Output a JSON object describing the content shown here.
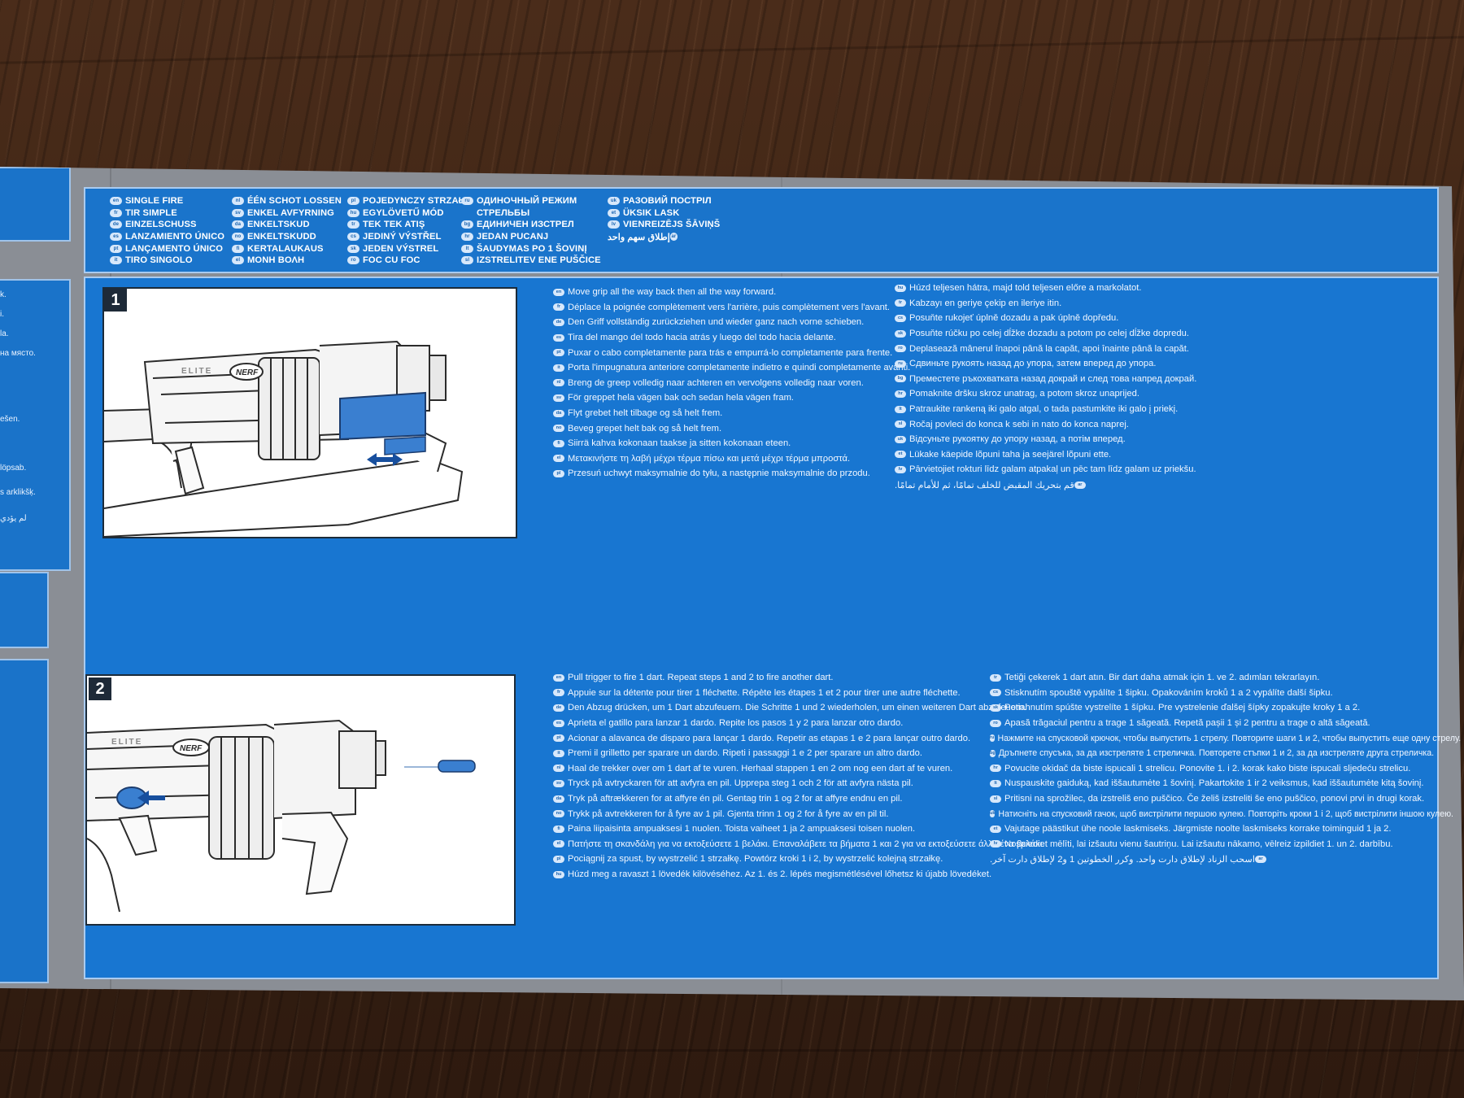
{
  "header": {
    "columns": [
      [
        {
          "lang": "en",
          "text": "SINGLE FIRE"
        },
        {
          "lang": "fr",
          "text": "TIR SIMPLE"
        },
        {
          "lang": "de",
          "text": "EINZELSCHUSS"
        },
        {
          "lang": "es",
          "text": "LANZAMIENTO ÚNICO"
        },
        {
          "lang": "pt",
          "text": "LANÇAMENTO ÚNICO"
        },
        {
          "lang": "it",
          "text": "TIRO SINGOLO"
        }
      ],
      [
        {
          "lang": "nl",
          "text": "ÉÉN SCHOT LOSSEN"
        },
        {
          "lang": "sv",
          "text": "ENKEL AVFYRNING"
        },
        {
          "lang": "da",
          "text": "ENKELTSKUD"
        },
        {
          "lang": "no",
          "text": "ENKELTSKUDD"
        },
        {
          "lang": "fi",
          "text": "KERTALAUKAUS"
        },
        {
          "lang": "el",
          "text": "ΜΟΝΗ ΒΟΛΗ"
        }
      ],
      [
        {
          "lang": "pl",
          "text": "POJEDYNCZY STRZAŁ"
        },
        {
          "lang": "hu",
          "text": "EGYLÖVETŰ MÓD"
        },
        {
          "lang": "tr",
          "text": "TEK TEK ATIŞ"
        },
        {
          "lang": "cs",
          "text": "JEDINÝ VÝSTŘEL"
        },
        {
          "lang": "sk",
          "text": "JEDEN VÝSTREL"
        },
        {
          "lang": "ro",
          "text": "FOC CU FOC"
        }
      ],
      [
        {
          "lang": "ru",
          "text": "ОДИНОЧНЫЙ РЕЖИМ"
        },
        {
          "lang": "",
          "text": "СТРЕЛЬБЫ"
        },
        {
          "lang": "bg",
          "text": "ЕДИНИЧЕН ИЗСТРЕЛ"
        },
        {
          "lang": "hr",
          "text": "JEDAN PUCANJ"
        },
        {
          "lang": "lt",
          "text": "ŠAUDYMAS PO 1 ŠOVINĮ"
        },
        {
          "lang": "sl",
          "text": "IZSTRELITEV ENE PUŠČICE"
        }
      ],
      [
        {
          "lang": "uk",
          "text": "РАЗОВИЙ ПОСТРІЛ"
        },
        {
          "lang": "et",
          "text": "ÜKSIK LASK"
        },
        {
          "lang": "lv",
          "text": "VIENREIZĒJS ŠĀVIŅŠ"
        },
        {
          "lang": "ar",
          "text": "إطلاق سهم واحد"
        }
      ]
    ]
  },
  "steps": [
    {
      "number": "1",
      "left_lines": [
        {
          "lang": "en",
          "text": "Move grip all the way back then all the way forward."
        },
        {
          "lang": "fr",
          "text": "Déplace la poignée complètement vers l'arrière, puis complètement vers l'avant."
        },
        {
          "lang": "de",
          "text": "Den Griff vollständig zurückziehen und wieder ganz nach vorne schieben."
        },
        {
          "lang": "es",
          "text": "Tira del mango del todo hacia atrás y luego del todo hacia delante."
        },
        {
          "lang": "pt",
          "text": "Puxar o cabo completamente para trás e empurrá-lo completamente para frente."
        },
        {
          "lang": "it",
          "text": "Porta l'impugnatura anteriore completamente indietro e quindi completamente avanti."
        },
        {
          "lang": "nl",
          "text": "Breng de greep volledig naar achteren en vervolgens volledig naar voren."
        },
        {
          "lang": "sv",
          "text": "För greppet hela vägen bak och sedan hela vägen fram."
        },
        {
          "lang": "da",
          "text": "Flyt grebet helt tilbage og så helt frem."
        },
        {
          "lang": "no",
          "text": "Beveg grepet helt bak og så helt frem."
        },
        {
          "lang": "fi",
          "text": "Siirrä kahva kokonaan taakse ja sitten kokonaan eteen."
        },
        {
          "lang": "el",
          "text": "Μετακινήστε τη λαβή μέχρι τέρμα πίσω και μετά μέχρι τέρμα μπροστά."
        },
        {
          "lang": "pl",
          "text": "Przesuń uchwyt maksymalnie do tyłu, a następnie maksymalnie do przodu."
        }
      ],
      "right_lines": [
        {
          "lang": "hu",
          "text": "Húzd teljesen hátra, majd told teljesen előre a markolatot."
        },
        {
          "lang": "tr",
          "text": "Kabzayı en geriye çekip en ileriye itin."
        },
        {
          "lang": "cs",
          "text": "Posuňte rukojeť úplně dozadu a pak úplně dopředu."
        },
        {
          "lang": "sk",
          "text": "Posuňte rúčku po celej dĺžke dozadu a potom po celej dĺžke dopredu."
        },
        {
          "lang": "ro",
          "text": "Deplasează mânerul înapoi până la capăt, apoi înainte până la capăt."
        },
        {
          "lang": "ru",
          "text": "Сдвиньте рукоять назад до упора, затем вперед до упора."
        },
        {
          "lang": "bg",
          "text": "Преместете ръкохватката назад докрай и след това напред докрай."
        },
        {
          "lang": "hr",
          "text": "Pomaknite dršku skroz unatrag, a potom skroz unaprijed."
        },
        {
          "lang": "lt",
          "text": "Patraukite rankeną iki galo atgal, o tada pastumkite iki galo į priekį."
        },
        {
          "lang": "sl",
          "text": "Ročaj povleci do konca k sebi in nato do konca naprej."
        },
        {
          "lang": "uk",
          "text": "Відсуньте рукоятку до упору назад, а потім вперед."
        },
        {
          "lang": "et",
          "text": "Lükake käepide lõpuni taha ja seejärel lõpuni ette."
        },
        {
          "lang": "lv",
          "text": "Pārvietojiet rokturi līdz galam atpakaļ un pēc tam līdz galam uz priekšu."
        },
        {
          "lang": "ar",
          "text": "قم بتحريك المقبض للخلف تمامًا، ثم للأمام تمامًا."
        }
      ]
    },
    {
      "number": "2",
      "left_lines": [
        {
          "lang": "en",
          "text": "Pull trigger to fire 1 dart. Repeat steps 1 and 2 to fire another dart."
        },
        {
          "lang": "fr",
          "text": "Appuie sur la détente pour tirer 1 fléchette. Répète les étapes 1 et 2 pour tirer une autre fléchette."
        },
        {
          "lang": "de",
          "text": "Den Abzug drücken, um 1 Dart abzufeuern. Die Schritte 1 und 2 wiederholen, um einen weiteren Dart abzufeuern."
        },
        {
          "lang": "es",
          "text": "Aprieta el gatillo para lanzar 1 dardo. Repite los pasos 1 y 2 para lanzar otro dardo."
        },
        {
          "lang": "pt",
          "text": "Acionar a alavanca de disparo para lançar 1 dardo. Repetir as etapas 1 e 2 para lançar outro dardo."
        },
        {
          "lang": "it",
          "text": "Premi il grilletto per sparare un dardo. Ripeti i passaggi 1 e 2 per sparare un altro dardo."
        },
        {
          "lang": "nl",
          "text": "Haal de trekker over om 1 dart af te vuren. Herhaal stappen 1 en 2 om nog een dart af te vuren."
        },
        {
          "lang": "sv",
          "text": "Tryck på avtryckaren för att avfyra en pil. Upprepa steg 1 och 2 för att avfyra nästa pil."
        },
        {
          "lang": "da",
          "text": "Tryk på aftrækkeren for at affyre én pil. Gentag trin 1 og 2 for at affyre endnu en pil."
        },
        {
          "lang": "no",
          "text": "Trykk på avtrekkeren for å fyre av 1 pil. Gjenta trinn 1 og 2 for å fyre av en pil til."
        },
        {
          "lang": "fi",
          "text": "Paina liipaisinta ampuaksesi 1 nuolen. Toista vaiheet 1 ja 2 ampuaksesi toisen nuolen."
        },
        {
          "lang": "el",
          "text": "Πατήστε τη σκανδάλη για να εκτοξεύσετε 1 βελάκι. Επαναλάβετε τα βήματα 1 και 2 για να εκτοξεύσετε άλλο ένα βελάκι."
        },
        {
          "lang": "pl",
          "text": "Pociągnij za spust, by wystrzelić 1 strzałkę. Powtórz kroki 1 i 2, by wystrzelić kolejną strzałkę."
        },
        {
          "lang": "hu",
          "text": "Húzd meg a ravaszt 1 lövedék kilövéséhez. Az 1. és 2. lépés megismétlésével lőhetsz ki újabb lövedéket."
        }
      ],
      "right_lines": [
        {
          "lang": "tr",
          "text": "Tetiği çekerek 1 dart atın. Bir dart daha atmak için 1. ve 2. adımları tekrarlayın."
        },
        {
          "lang": "cs",
          "text": "Stisknutím spouště vypálíte 1 šipku. Opakováním kroků 1 a 2 vypálíte další šipku."
        },
        {
          "lang": "sk",
          "text": "Potiahnutím spúšte vystrelíte 1 šípku. Pre vystrelenie ďalšej šípky zopakujte kroky 1 a 2."
        },
        {
          "lang": "ro",
          "text": "Apasă trăgaciul pentru a trage 1 săgeată. Repetă pașii 1 și 2 pentru a trage o altă săgeată."
        },
        {
          "lang": "ru",
          "text": "Нажмите на спусковой крючок, чтобы выпустить 1 стрелу. Повторите шаги 1 и 2, чтобы выпустить еще одну стрелу."
        },
        {
          "lang": "bg",
          "text": "Дръпнете спусъка, за да изстреляте 1 стреличка. Повторете стъпки 1 и 2, за да изстреляте друга стреличка."
        },
        {
          "lang": "hr",
          "text": "Povucite okidač da biste ispucali 1 strelicu. Ponovite 1. i 2. korak kako biste ispucali sljedeću strelicu."
        },
        {
          "lang": "lt",
          "text": "Nuspauskite gaiduką, kad iššautumėte 1 šovinį. Pakartokite 1 ir 2 veiksmus, kad iššautumėte kitą šovinį."
        },
        {
          "lang": "sl",
          "text": "Pritisni na sprožilec, da izstreliš eno puščico. Če želiš izstreliti še eno puščico, ponovi prvi in drugi korak."
        },
        {
          "lang": "uk",
          "text": "Натисніть на спусковий гачок, щоб вистрілити першою кулею. Повторіть кроки 1 і 2, щоб вистрілити іншою кулею."
        },
        {
          "lang": "et",
          "text": "Vajutage päästikut ühe noole laskmiseks. Järgmiste noolte laskmiseks korrake toiminguid 1 ja 2."
        },
        {
          "lang": "lv",
          "text": "Nospiediet mēlīti, lai izšautu vienu šautriņu. Lai izšautu nākamo, vēlreiz izpildiet 1. un 2. darbību."
        },
        {
          "lang": "ar",
          "text": "اسحب الزناد لإطلاق دارت واحد. وكرر الخطوتين 1 و2 لإطلاق دارت آخر."
        }
      ]
    }
  ],
  "brand": {
    "logo_text": "NERF",
    "series_text": "ELITE"
  },
  "colors": {
    "panel_blue": "#1876d1",
    "border_gray": "#8a8e95",
    "dark_blue": "#174f9e",
    "illus_blue": "#3a7fd0"
  }
}
